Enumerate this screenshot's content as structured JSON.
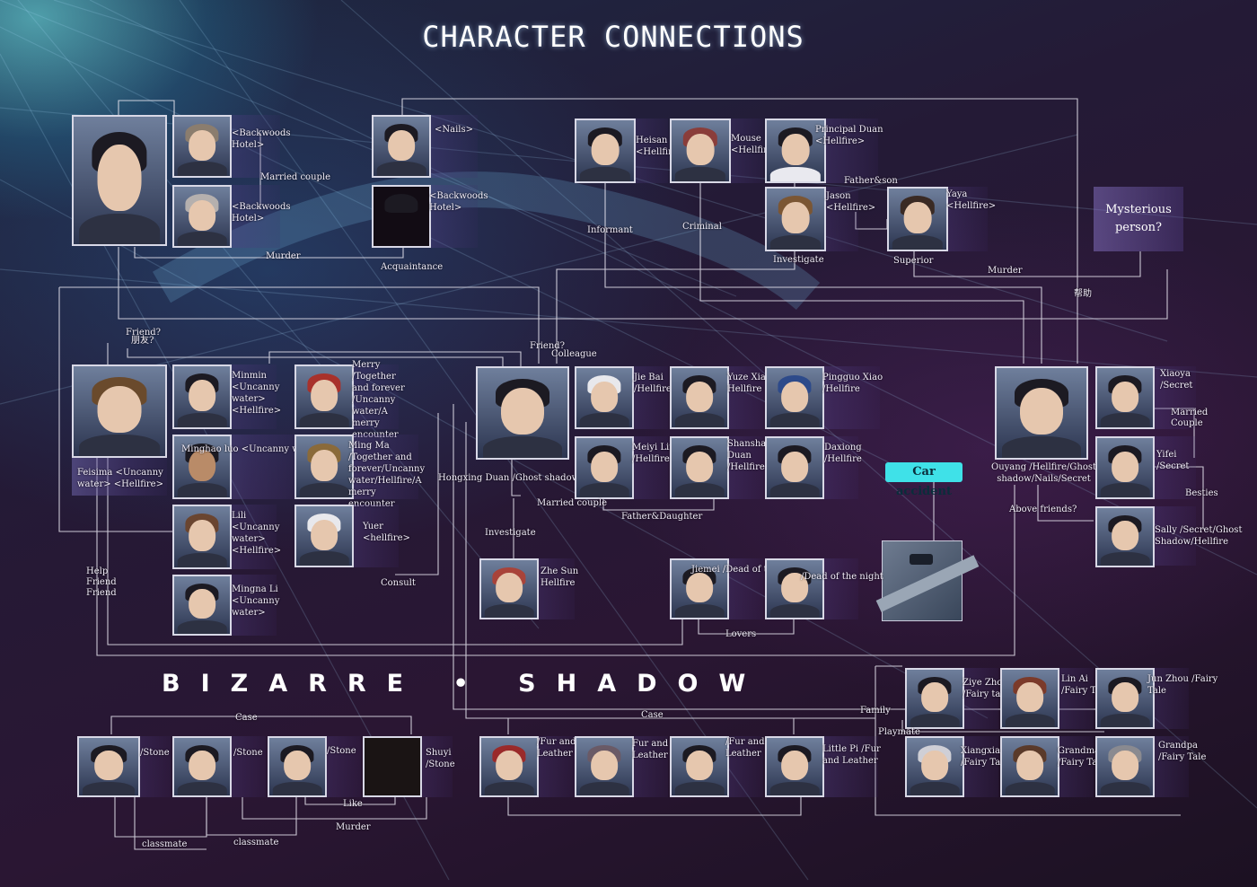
{
  "title": "CHARACTER CONNECTIONS",
  "banner": "BIZARRE • SHADOW",
  "colors": {
    "accent": "#3fe1e8",
    "line": "#e8e6f0",
    "panel": "#6e64aa"
  },
  "special": {
    "car_accident": "Car accident",
    "mysterious": "Mysterious\nperson?"
  },
  "characters": [
    {
      "id": "p_main_left",
      "caption": ""
    },
    {
      "id": "p_backwoods1",
      "caption": "<Backwoods\nHotel>"
    },
    {
      "id": "p_backwoods2",
      "caption": "<Backwoods\nHotel>"
    },
    {
      "id": "p_nails",
      "caption": "<Nails>"
    },
    {
      "id": "p_backwoods3",
      "caption": "<Backwoods\nHotel>"
    },
    {
      "id": "p_heisan",
      "caption": "Heisan\n<Hellfire>"
    },
    {
      "id": "p_mouse",
      "caption": "Mouse\n<Hellfire>"
    },
    {
      "id": "p_principal",
      "caption": "Principal Duan\n<Hellfire>"
    },
    {
      "id": "p_jason",
      "caption": "Jason\n<Hellfire>"
    },
    {
      "id": "p_yaya",
      "caption": "Yaya\n<Hellfire>"
    },
    {
      "id": "p_feisima",
      "caption": "Feisima <Uncanny\nwater> <Hellfire>"
    },
    {
      "id": "p_minmin",
      "caption": "Minmin\n<Uncanny\nwater>\n<Hellfire>"
    },
    {
      "id": "p_minghao",
      "caption": "Minghao luo <Uncanny water>"
    },
    {
      "id": "p_lili",
      "caption": "Lili\n<Uncanny\nwater>\n<Hellfire>"
    },
    {
      "id": "p_mingna",
      "caption": "Mingna Li\n<Uncanny\nwater>"
    },
    {
      "id": "p_merry",
      "caption": "Merry\n/Together\nand forever\n/Uncanny\nwater/A\nmerry\nencounter"
    },
    {
      "id": "p_mingma",
      "caption": "Ming Ma\n/Together and\nforever/Uncanny\nwater/Hellfire/A\nmerry\nencounter"
    },
    {
      "id": "p_yuer",
      "caption": "Yuer\n<hellfire>"
    },
    {
      "id": "p_hongxing",
      "caption": "Hongxing Duan /Ghost shadow/Hellfire"
    },
    {
      "id": "p_jiebai",
      "caption": "Jie Bai\n/Hellfire"
    },
    {
      "id": "p_yuzexia",
      "caption": "Yuze Xia\nHellfire"
    },
    {
      "id": "p_pingguo",
      "caption": "Pingguo Xiao\n/Hellfire"
    },
    {
      "id": "p_meiyi",
      "caption": "Meiyi Lin\n/Hellfire"
    },
    {
      "id": "p_shanshan",
      "caption": "Shanshan\nDuan\n/Hellfire"
    },
    {
      "id": "p_daxiong",
      "caption": "Daxiong\n/Hellfire"
    },
    {
      "id": "p_ouyang",
      "caption": "Ouyang /Hellfire/Ghost\nshadow/Nails/Secret"
    },
    {
      "id": "p_xiaoya",
      "caption": "Xiaoya\n/Secret"
    },
    {
      "id": "p_yifei",
      "caption": "Yifei\n/Secret"
    },
    {
      "id": "p_sally",
      "caption": "Sally /Secret/Ghost\nShadow/Hellfire"
    },
    {
      "id": "p_zhesun",
      "caption": "Zhe Sun\nHellfire"
    },
    {
      "id": "p_jiemei",
      "caption": "Jiemei /Dead of the night"
    },
    {
      "id": "p_deadnight",
      "caption": "/Dead of the night"
    },
    {
      "id": "p_ziye",
      "caption": "Ziye Zhou\n/Fairy tale"
    },
    {
      "id": "p_linai",
      "caption": "Lin Ai\n/Fairy Tale"
    },
    {
      "id": "p_junzhou",
      "caption": "Jun Zhou /Fairy\nTale"
    },
    {
      "id": "p_xiangxiang",
      "caption": "Xiangxiang\n/Fairy Tale"
    },
    {
      "id": "p_grandma",
      "caption": "Grandma\n/Fairy Tale"
    },
    {
      "id": "p_grandpa",
      "caption": "Grandpa\n/Fairy Tale"
    },
    {
      "id": "p_stone1",
      "caption": "/Stone"
    },
    {
      "id": "p_stone2",
      "caption": "/Stone"
    },
    {
      "id": "p_stone3",
      "caption": "/Stone"
    },
    {
      "id": "p_shuyi",
      "caption": "Shuyi\n/Stone"
    },
    {
      "id": "p_fur1",
      "caption": "/Fur and\nLeather"
    },
    {
      "id": "p_fur2",
      "caption": "Fur and\nLeather"
    },
    {
      "id": "p_fur3",
      "caption": "/Fur and\nLeather"
    },
    {
      "id": "p_littlepi",
      "caption": "Little Pi /Fur\nand Leather"
    }
  ],
  "relations": [
    {
      "id": "r_married_couple_1",
      "text": "Married couple"
    },
    {
      "id": "r_murder_1",
      "text": "Murder"
    },
    {
      "id": "r_acquaintance",
      "text": "Acquaintance"
    },
    {
      "id": "r_informant",
      "text": "Informant"
    },
    {
      "id": "r_criminal",
      "text": "Criminal"
    },
    {
      "id": "r_father_son",
      "text": "Father&son"
    },
    {
      "id": "r_investigate_1",
      "text": "Investigate"
    },
    {
      "id": "r_superior",
      "text": "Superior"
    },
    {
      "id": "r_murder_2",
      "text": "Murder"
    },
    {
      "id": "r_help_cn",
      "text": "帮助"
    },
    {
      "id": "r_friend_q1",
      "text": "Friend?"
    },
    {
      "id": "r_friend_cn",
      "text": "朋友?"
    },
    {
      "id": "r_friend_q2",
      "text": "Friend?"
    },
    {
      "id": "r_colleague",
      "text": "Colleague"
    },
    {
      "id": "r_married_couple_2",
      "text": "Married couple"
    },
    {
      "id": "r_father_daughter",
      "text": "Father&Daughter"
    },
    {
      "id": "r_investigate_2",
      "text": "Investigate"
    },
    {
      "id": "r_consult",
      "text": "Consult"
    },
    {
      "id": "r_help_friend",
      "text": "Help\nFriend\nFriend"
    },
    {
      "id": "r_married_couple_3",
      "text": "Married\nCouple"
    },
    {
      "id": "r_besties",
      "text": "Besties"
    },
    {
      "id": "r_above_friends",
      "text": "Above friends?"
    },
    {
      "id": "r_lovers",
      "text": "Lovers"
    },
    {
      "id": "r_family",
      "text": "Family"
    },
    {
      "id": "r_playmate",
      "text": "Playmate"
    },
    {
      "id": "r_case_1",
      "text": "Case"
    },
    {
      "id": "r_case_2",
      "text": "Case"
    },
    {
      "id": "r_like",
      "text": "Like"
    },
    {
      "id": "r_murder_3",
      "text": "Murder"
    },
    {
      "id": "r_classmate_1",
      "text": "classmate"
    },
    {
      "id": "r_classmate_2",
      "text": "classmate"
    }
  ]
}
